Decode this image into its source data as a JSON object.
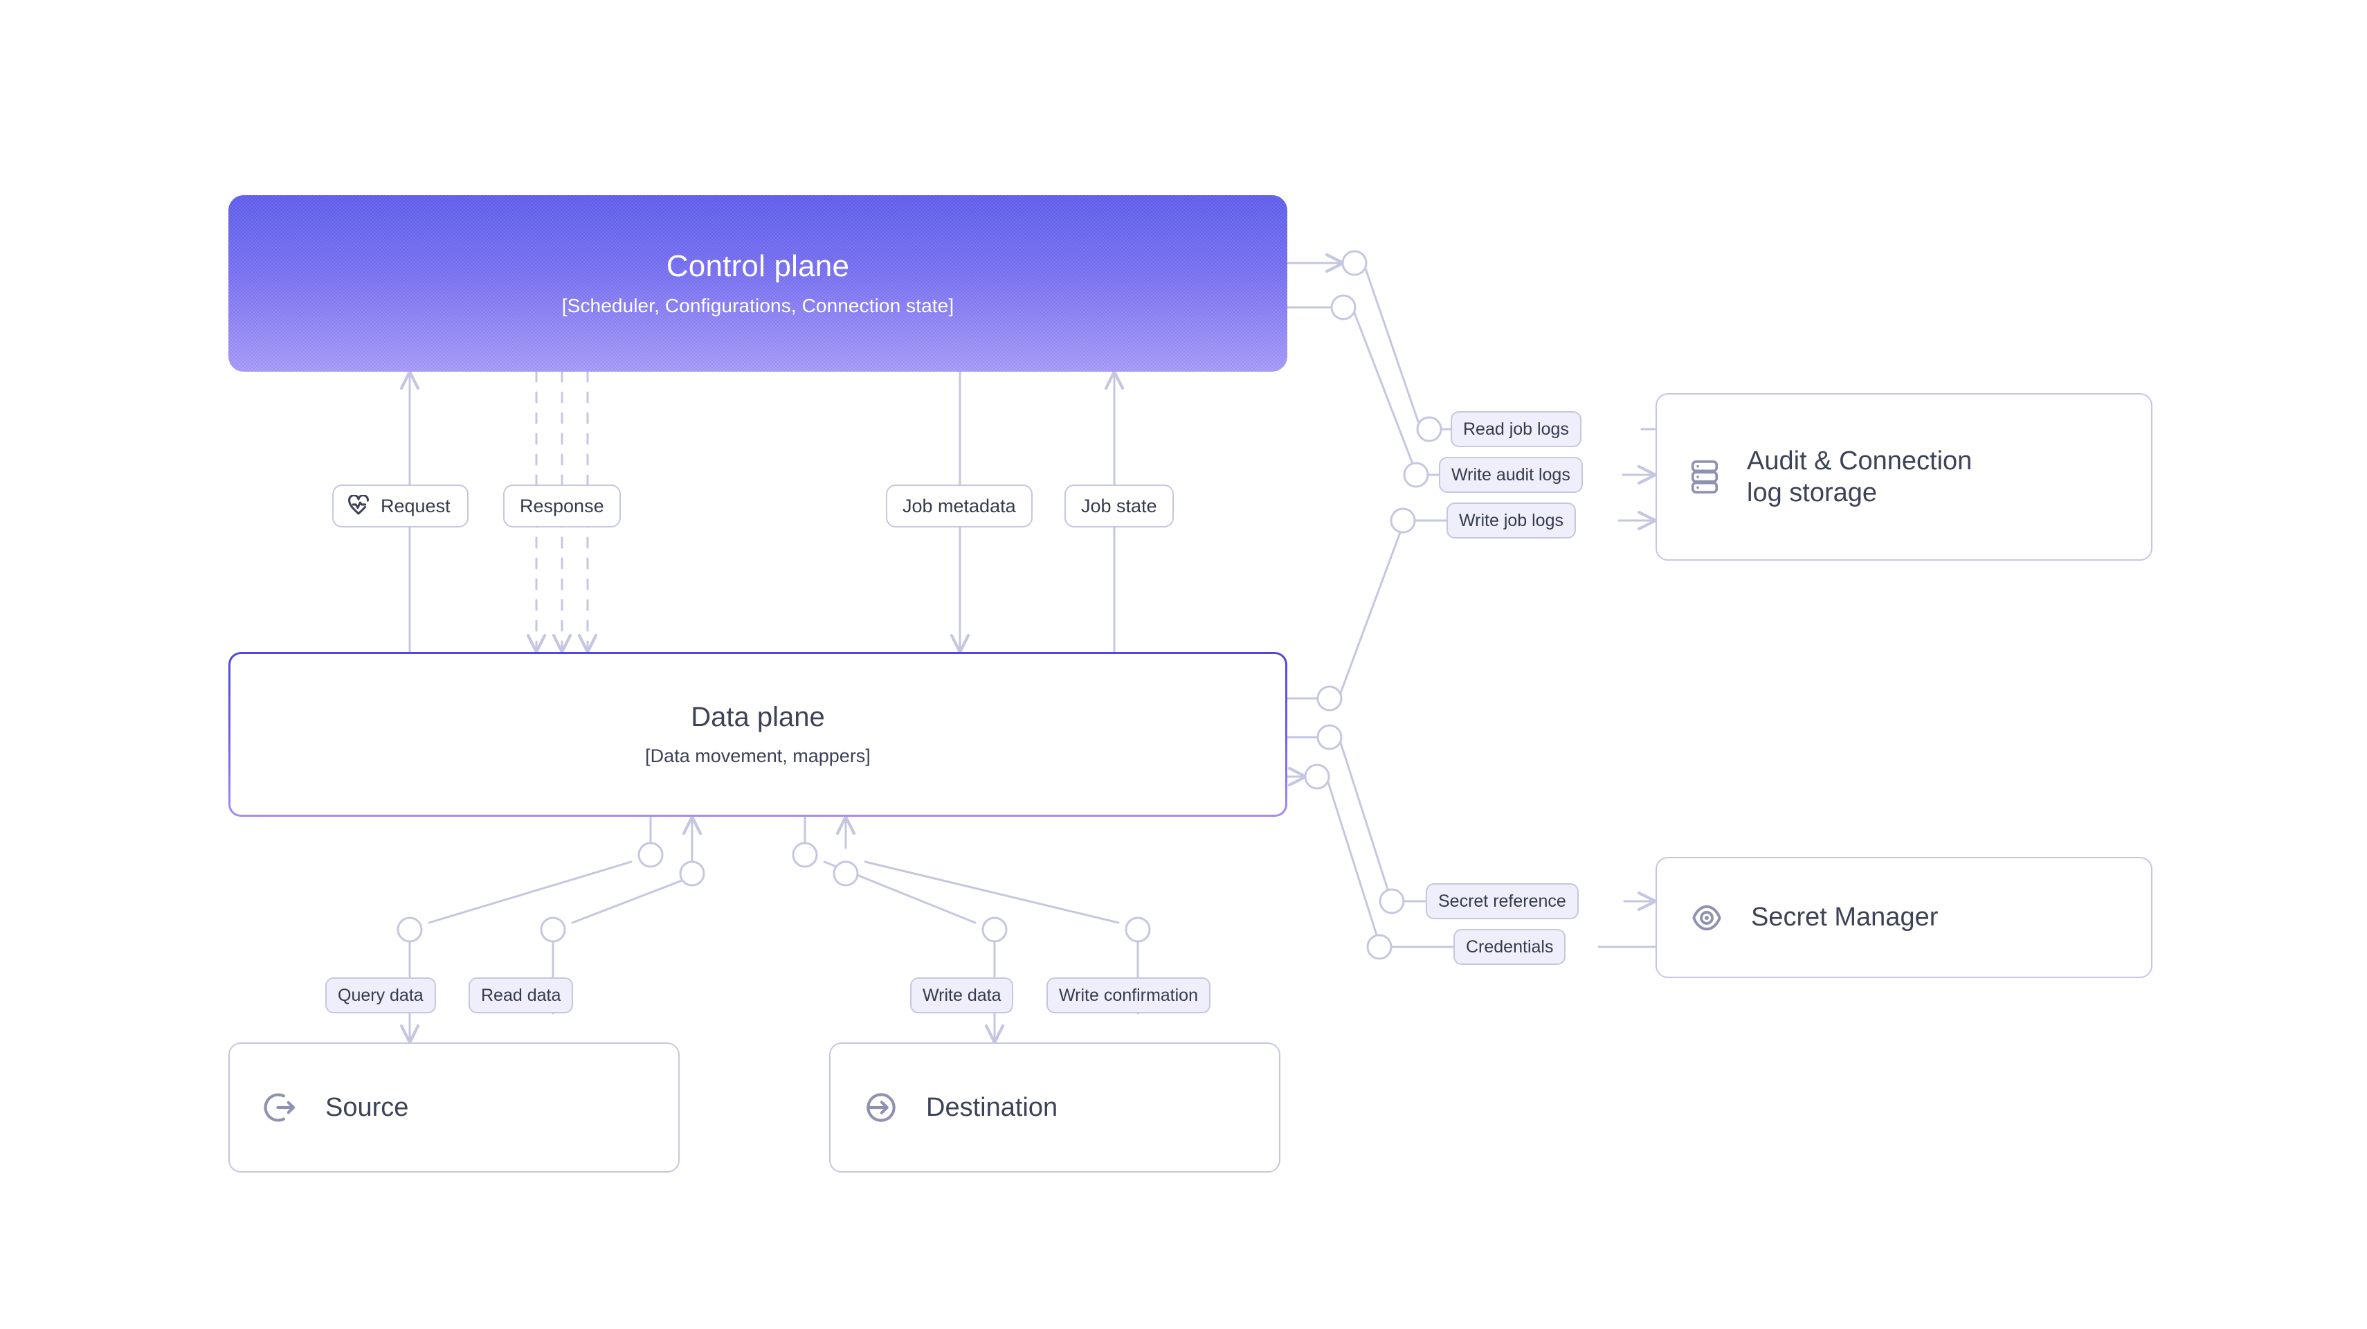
{
  "diagram": {
    "title": "Control plane / Data plane architecture",
    "background": "#ffffff",
    "colors": {
      "control_plane_gradient_top": "#5F5FEF",
      "control_plane_gradient_bottom": "#A79BFB",
      "data_plane_border_top": "#4F46E5",
      "data_plane_border_bottom": "#A78BFA",
      "wire": "#C5C7E0",
      "pill_tinted_fill": "#EEEFFA",
      "pill_border": "#C5C7E0",
      "text_dark": "#3C4257",
      "text_on_gradient": "#FFFFFF"
    }
  },
  "nodes": {
    "control_plane": {
      "title": "Control plane",
      "subtitle": "[Scheduler, Configurations, Connection state]"
    },
    "data_plane": {
      "title": "Data plane",
      "subtitle": "[Data movement, mappers]"
    },
    "audit_storage": {
      "label": "Audit & Connection log storage",
      "label_line1": "Audit & Connection",
      "label_line2": "log storage",
      "icon": "server-stack-icon"
    },
    "secret_manager": {
      "label": "Secret Manager",
      "icon": "eye-icon"
    },
    "source": {
      "label": "Source",
      "icon": "log-out-circle-icon"
    },
    "destination": {
      "label": "Destination",
      "icon": "log-in-circle-icon"
    }
  },
  "edge_labels": {
    "request": {
      "text": "Request",
      "icon": "heart-pulse-icon",
      "style": "solid",
      "direction": "up"
    },
    "response": {
      "text": "Response",
      "style": "solid",
      "direction": "down",
      "line_style": "dashed-triple"
    },
    "job_metadata": {
      "text": "Job metadata",
      "style": "solid",
      "direction": "down"
    },
    "job_state": {
      "text": "Job state",
      "style": "solid",
      "direction": "up"
    },
    "read_job_logs": {
      "text": "Read job logs",
      "style": "tinted",
      "direction": "left-to-control-plane"
    },
    "write_audit_logs": {
      "text": "Write audit logs",
      "style": "tinted",
      "direction": "right-to-storage"
    },
    "write_job_logs": {
      "text": "Write job logs",
      "style": "tinted",
      "direction": "right-to-storage"
    },
    "secret_reference": {
      "text": "Secret reference",
      "style": "tinted",
      "direction": "right-to-secret-manager"
    },
    "credentials": {
      "text": "Credentials",
      "style": "tinted",
      "direction": "left-to-data-plane"
    },
    "query_data": {
      "text": "Query data",
      "style": "tinted",
      "direction": "down-to-source"
    },
    "read_data": {
      "text": "Read data",
      "style": "tinted",
      "direction": "up-to-data-plane"
    },
    "write_data": {
      "text": "Write data",
      "style": "tinted",
      "direction": "down-to-destination"
    },
    "write_confirmation": {
      "text": "Write confirmation",
      "style": "tinted",
      "direction": "up-to-data-plane"
    }
  }
}
